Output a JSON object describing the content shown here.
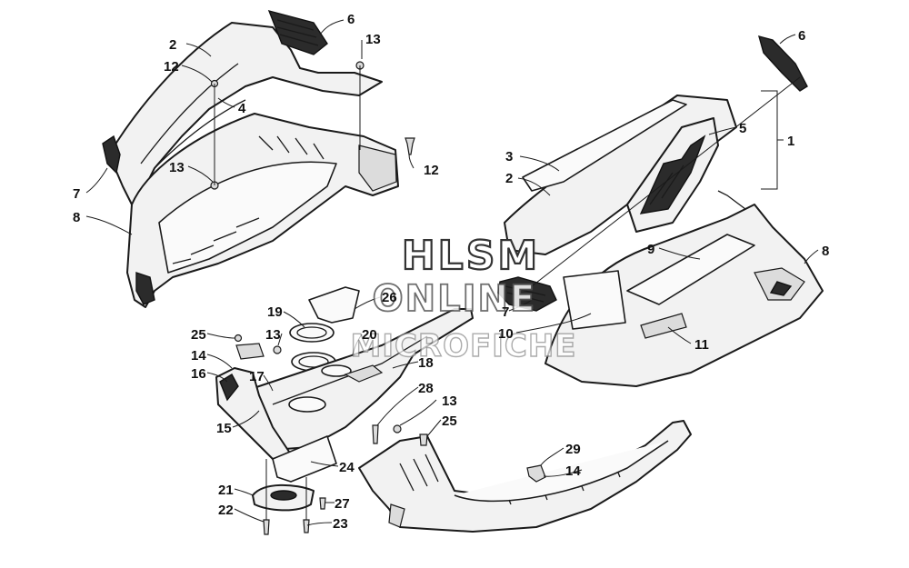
{
  "watermark": {
    "line1": "HLSM",
    "line2": "ONLINE",
    "line3": "MICROFICHE"
  },
  "callouts": [
    {
      "id": "c-6a",
      "text": "6"
    },
    {
      "id": "c-13a",
      "text": "13"
    },
    {
      "id": "c-2a",
      "text": "2"
    },
    {
      "id": "c-12a",
      "text": "12"
    },
    {
      "id": "c-4",
      "text": "4"
    },
    {
      "id": "c-13b",
      "text": "13"
    },
    {
      "id": "c-12b",
      "text": "12"
    },
    {
      "id": "c-7a",
      "text": "7"
    },
    {
      "id": "c-8a",
      "text": "8"
    },
    {
      "id": "c-6b",
      "text": "6"
    },
    {
      "id": "c-5",
      "text": "5"
    },
    {
      "id": "c-1",
      "text": "1"
    },
    {
      "id": "c-3",
      "text": "3"
    },
    {
      "id": "c-2b",
      "text": "2"
    },
    {
      "id": "c-9",
      "text": "9"
    },
    {
      "id": "c-8b",
      "text": "8"
    },
    {
      "id": "c-7b",
      "text": "7"
    },
    {
      "id": "c-10",
      "text": "10"
    },
    {
      "id": "c-11",
      "text": "11"
    },
    {
      "id": "c-19",
      "text": "19"
    },
    {
      "id": "c-26",
      "text": "26"
    },
    {
      "id": "c-25a",
      "text": "25"
    },
    {
      "id": "c-13c",
      "text": "13"
    },
    {
      "id": "c-20",
      "text": "20"
    },
    {
      "id": "c-14a",
      "text": "14"
    },
    {
      "id": "c-16",
      "text": "16"
    },
    {
      "id": "c-17",
      "text": "17"
    },
    {
      "id": "c-18",
      "text": "18"
    },
    {
      "id": "c-28",
      "text": "28"
    },
    {
      "id": "c-13d",
      "text": "13"
    },
    {
      "id": "c-25b",
      "text": "25"
    },
    {
      "id": "c-15",
      "text": "15"
    },
    {
      "id": "c-29",
      "text": "29"
    },
    {
      "id": "c-14b",
      "text": "14"
    },
    {
      "id": "c-24",
      "text": "24"
    },
    {
      "id": "c-21",
      "text": "21"
    },
    {
      "id": "c-22",
      "text": "22"
    },
    {
      "id": "c-27",
      "text": "27"
    },
    {
      "id": "c-23",
      "text": "23"
    }
  ]
}
